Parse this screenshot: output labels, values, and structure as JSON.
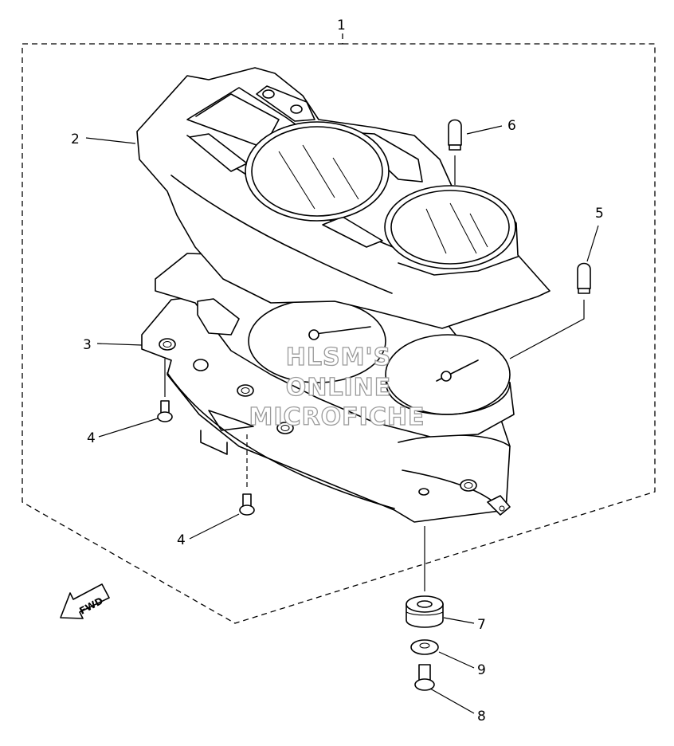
{
  "diagram": {
    "callouts": [
      {
        "id": "callout-1",
        "label": "1"
      },
      {
        "id": "callout-2",
        "label": "2"
      },
      {
        "id": "callout-3",
        "label": "3"
      },
      {
        "id": "callout-4a",
        "label": "4"
      },
      {
        "id": "callout-4b",
        "label": "4"
      },
      {
        "id": "callout-5",
        "label": "5"
      },
      {
        "id": "callout-6",
        "label": "6"
      },
      {
        "id": "callout-7",
        "label": "7"
      },
      {
        "id": "callout-8",
        "label": "8"
      },
      {
        "id": "callout-9",
        "label": "9"
      }
    ],
    "watermark": [
      "HLSM'S",
      "ONLINE",
      "MICROFICHE"
    ],
    "direction_arrow": "FWD"
  }
}
